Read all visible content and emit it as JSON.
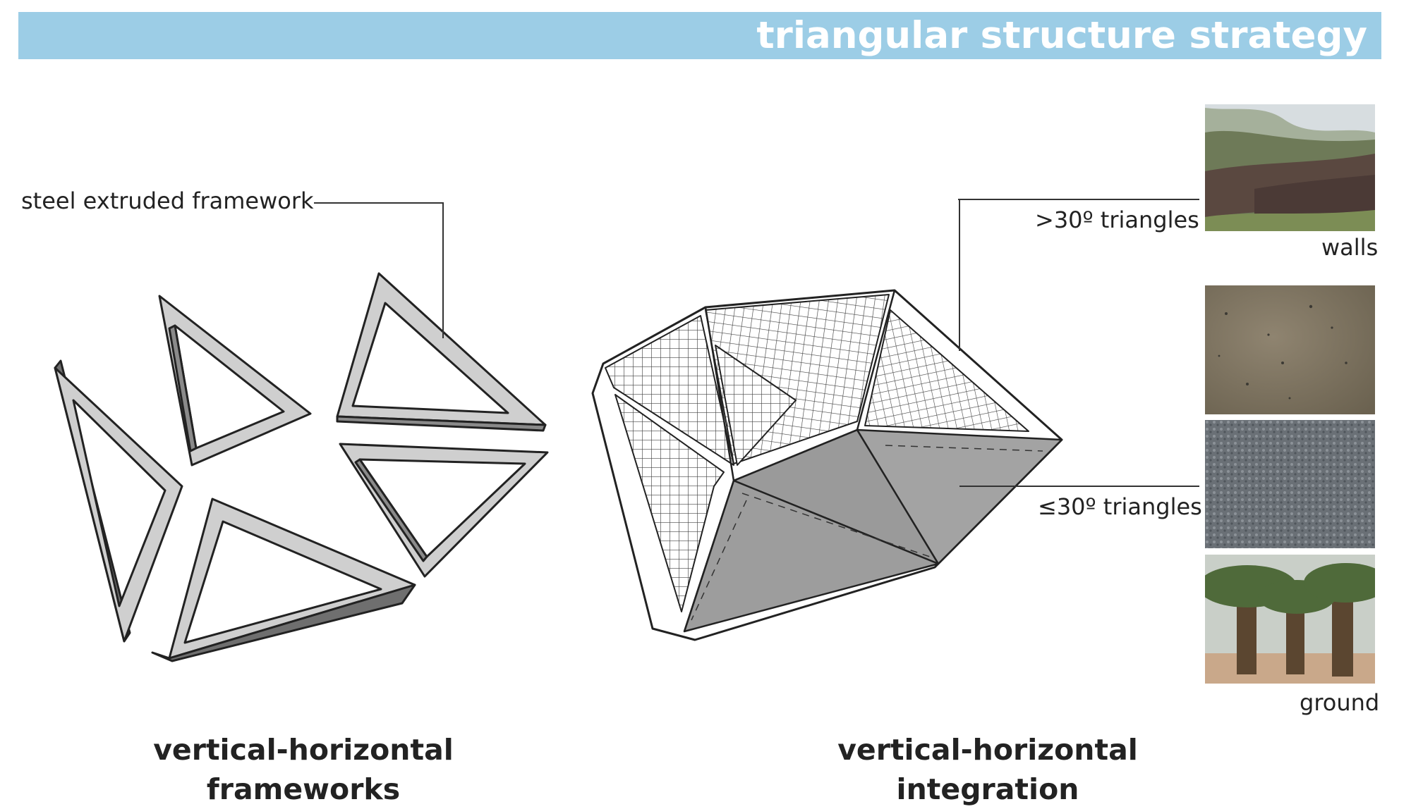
{
  "header": {
    "title": "triangular structure strategy",
    "bg_color": "#9ccde6"
  },
  "left_panel": {
    "callout": "steel extruded framework",
    "caption_line1": "vertical-horizontal",
    "caption_line2": "frameworks"
  },
  "right_panel": {
    "callout_steep": ">30º triangles",
    "callout_flat": "≤30º triangles",
    "caption_line1": "vertical-horizontal",
    "caption_line2": "integration"
  },
  "photos": {
    "walls_label": "walls",
    "ground_label": "ground",
    "items": [
      {
        "subject": "stone terrace walls"
      },
      {
        "subject": "compacted earth"
      },
      {
        "subject": "volcanic gravel"
      },
      {
        "subject": "palm grove"
      }
    ]
  }
}
